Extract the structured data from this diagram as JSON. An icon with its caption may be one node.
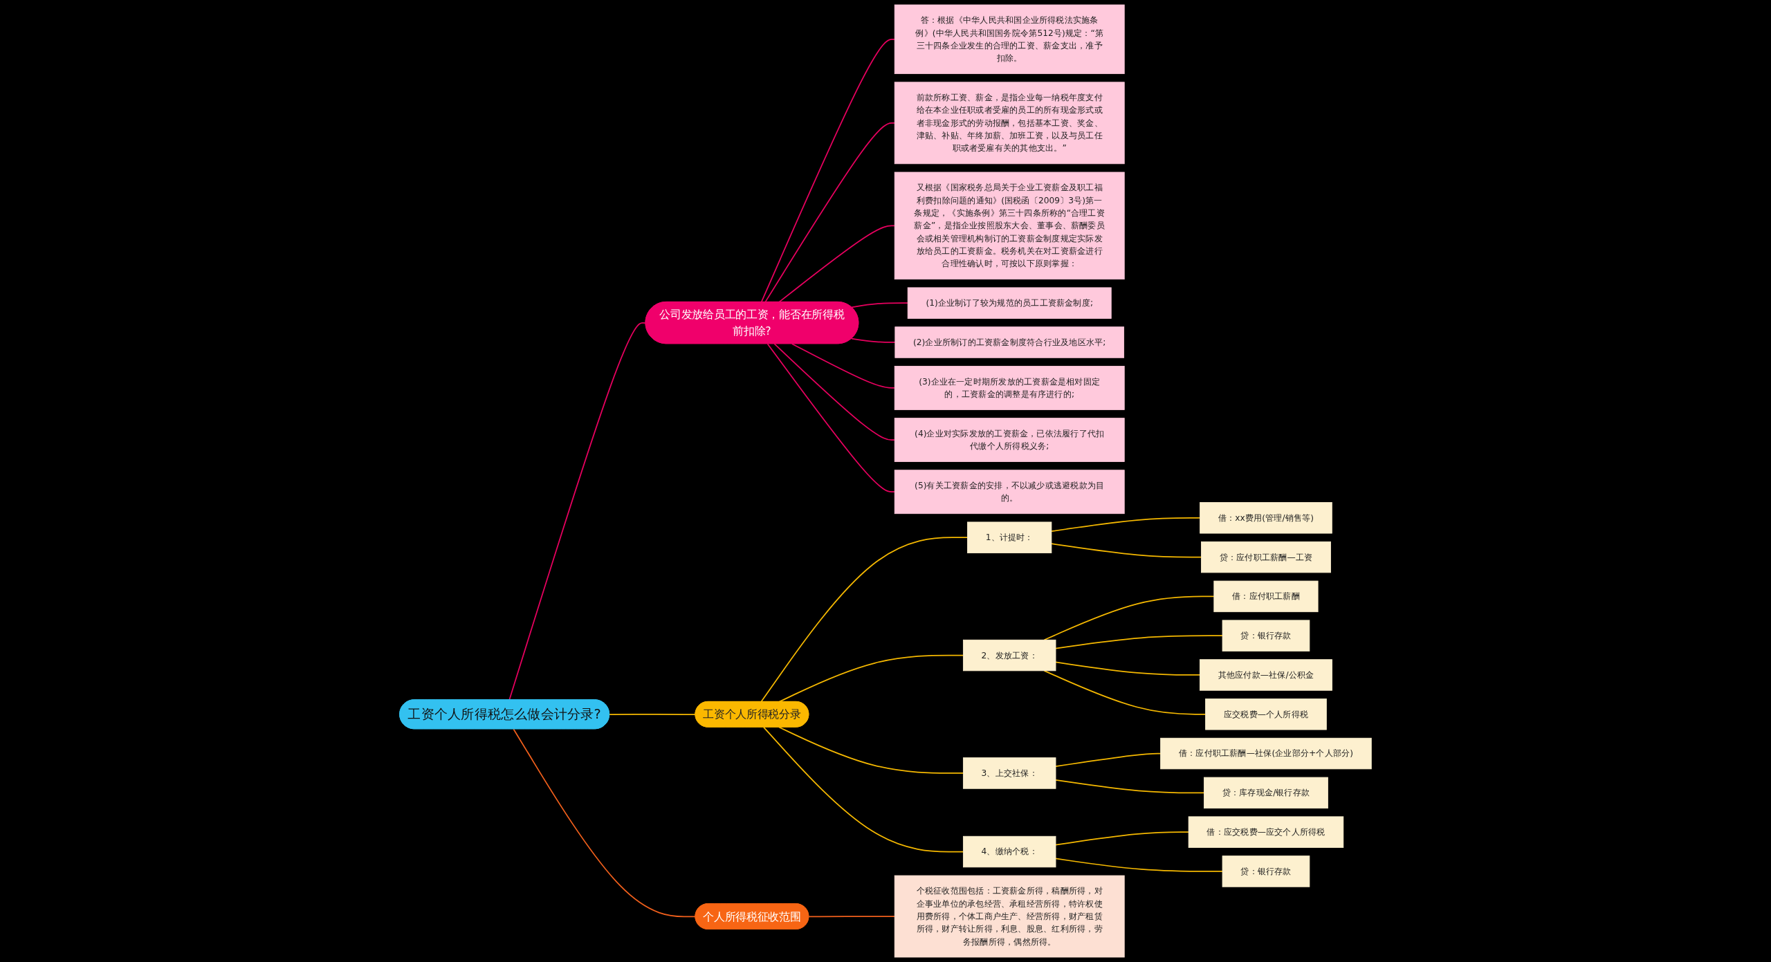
{
  "diagram": {
    "nodes": [
      {
        "text": [
          "工资个人所得税怎么做会计分录?"
        ]
      },
      {
        "text": [
          "公司发放给员工的工资，能否在所得税前扣除?"
        ]
      },
      {
        "text": [
          "答：根据《中华人民共和国企业所得税法实施条例》(中华人民共和国国务院令第512号)规定：“第三十四条企业发生的合理的工资、薪金支出，准予扣除。"
        ]
      },
      {
        "text": [
          "前款所称工资、薪金，是指企业每一纳税年度支付给在本企业任职或者受雇的员工的所有现金形式或者非现金形式的劳动报酬，包括基本工资、奖金、津贴、补贴、年终加薪、加班工资，以及与员工任职或者受雇有关的其他支出。”"
        ]
      },
      {
        "text": [
          "又根据《国家税务总局关于企业工资薪金及职工福利费扣除问题的通知》(国税函〔2009〕3号)第一条规定，《实施条例》第三十四条所称的“合理工资薪金”，是指企业按照股东大会、董事会、薪酬委员会或相关管理机构制订的工资薪金制度规定实际发放给员工的工资薪金。税务机关在对工资薪金进行合理性确认时，可按以下原则掌握："
        ]
      },
      {
        "text": [
          "(1)企业制订了较为规范的员工工资薪金制度;"
        ]
      },
      {
        "text": [
          "(2)企业所制订的工资薪金制度符合行业及地区水平;"
        ]
      },
      {
        "text": [
          "(3)企业在一定时期所发放的工资薪金是相对固定的，工资薪金的调整是有序进行的;"
        ]
      },
      {
        "text": [
          "(4)企业对实际发放的工资薪金，已依法履行了代扣代缴个人所得税义务;"
        ]
      },
      {
        "text": [
          "(5)有关工资薪金的安排，不以减少或逃避税款为目的。"
        ]
      },
      {
        "text": [
          "工资个人所得税分录"
        ]
      },
      {
        "text": [
          "1、计提时："
        ]
      },
      {
        "text": [
          "借：xx费用(管理/销售等)"
        ]
      },
      {
        "text": [
          "贷：应付职工薪酬—工资"
        ]
      },
      {
        "text": [
          "2、发放工资："
        ]
      },
      {
        "text": [
          "借：应付职工薪酬"
        ]
      },
      {
        "text": [
          "贷：银行存款"
        ]
      },
      {
        "text": [
          "其他应付款—社保/公积金"
        ]
      },
      {
        "text": [
          "应交税费—个人所得税"
        ]
      },
      {
        "text": [
          "3、上交社保："
        ]
      },
      {
        "text": [
          "借：应付职工薪酬—社保(企业部分+个人部分)"
        ]
      },
      {
        "text": [
          "贷：库存现金/银行存款"
        ]
      },
      {
        "text": [
          "4、缴纳个税："
        ]
      },
      {
        "text": [
          "借：应交税费—应交个人所得税"
        ]
      },
      {
        "text": [
          "贷：银行存款"
        ]
      },
      {
        "text": [
          "个人所得税征收范围"
        ]
      },
      {
        "text": [
          "个税征收范围包括：工资薪金所得，稿酬所得，对企事业单位的承包经营、承租经营所得，特许权使用费所得，个体工商户生产、经营所得，财产租赁所得，财产转让所得，利息、股息、红利所得，劳务报酬所得，偶然所得。"
        ]
      }
    ],
    "edges": [
      {
        "from": 0,
        "to": 1,
        "arrow": "none",
        "color": "#e8005f"
      },
      {
        "from": 1,
        "to": 2,
        "arrow": "none",
        "color": "#e8005f"
      },
      {
        "from": 1,
        "to": 3,
        "arrow": "none",
        "color": "#e8005f"
      },
      {
        "from": 1,
        "to": 4,
        "arrow": "none",
        "color": "#e8005f"
      },
      {
        "from": 1,
        "to": 5,
        "arrow": "none",
        "color": "#e8005f"
      },
      {
        "from": 1,
        "to": 6,
        "arrow": "none",
        "color": "#e8005f"
      },
      {
        "from": 1,
        "to": 7,
        "arrow": "none",
        "color": "#e8005f"
      },
      {
        "from": 1,
        "to": 8,
        "arrow": "none",
        "color": "#e8005f"
      },
      {
        "from": 1,
        "to": 9,
        "arrow": "none",
        "color": "#e8005f"
      },
      {
        "from": 0,
        "to": 10,
        "arrow": "none"
      },
      {
        "from": 10,
        "to": 11,
        "arrow": "none"
      },
      {
        "from": 11,
        "to": 12,
        "arrow": "none"
      },
      {
        "from": 11,
        "to": 13,
        "arrow": "none"
      },
      {
        "from": 10,
        "to": 14,
        "arrow": "none"
      },
      {
        "from": 14,
        "to": 15,
        "arrow": "none"
      },
      {
        "from": 14,
        "to": 16,
        "arrow": "none"
      },
      {
        "from": 14,
        "to": 17,
        "arrow": "none"
      },
      {
        "from": 14,
        "to": 18,
        "arrow": "none"
      },
      {
        "from": 10,
        "to": 19,
        "arrow": "none"
      },
      {
        "from": 19,
        "to": 20,
        "arrow": "none"
      },
      {
        "from": 19,
        "to": 21,
        "arrow": "none"
      },
      {
        "from": 10,
        "to": 22,
        "arrow": "none"
      },
      {
        "from": 22,
        "to": 23,
        "arrow": "none"
      },
      {
        "from": 22,
        "to": 24,
        "arrow": "none"
      },
      {
        "from": 0,
        "to": 25,
        "arrow": "none",
        "color": "#f2601c"
      },
      {
        "from": 25,
        "to": 26,
        "arrow": "none",
        "color": "#f2601c"
      }
    ]
  }
}
